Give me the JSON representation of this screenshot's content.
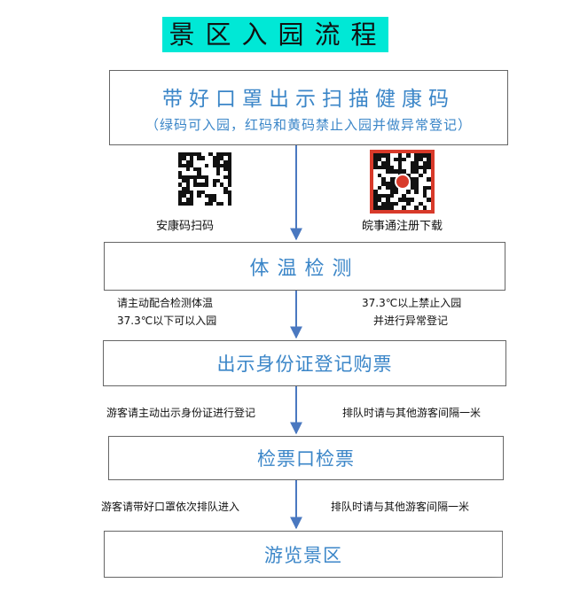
{
  "title": "景区入园流程",
  "steps": [
    {
      "label": "带好口罩出示扫描健康码",
      "sub": "（绿码可入园，红码和黄码禁止入园并做异常登记）"
    },
    {
      "label": "体温检测"
    },
    {
      "label": "出示身份证登记购票"
    },
    {
      "label": "检票口检票"
    },
    {
      "label": "游览景区"
    }
  ],
  "qr_labels": {
    "left": "安康码扫码",
    "right": "皖事通注册下载"
  },
  "notes": {
    "temp_left_1": "请主动配合检测体温",
    "temp_left_2": "37.3℃以下可以入园",
    "temp_right_1": "37.3℃以上禁止入园",
    "temp_right_2": "并进行异常登记",
    "ticket_left": "游客请主动出示身份证进行登记",
    "ticket_right": "排队时请与其他游客间隔一米",
    "gate_left": "游客请带好口罩依次排队进入",
    "gate_right": "排队时请与其他游客间隔一米"
  },
  "colors": {
    "title_bg": "#00e8d6",
    "step_text": "#3b86c8",
    "arrow": "#4a78c0",
    "qr_frame": "#d83a2a"
  }
}
